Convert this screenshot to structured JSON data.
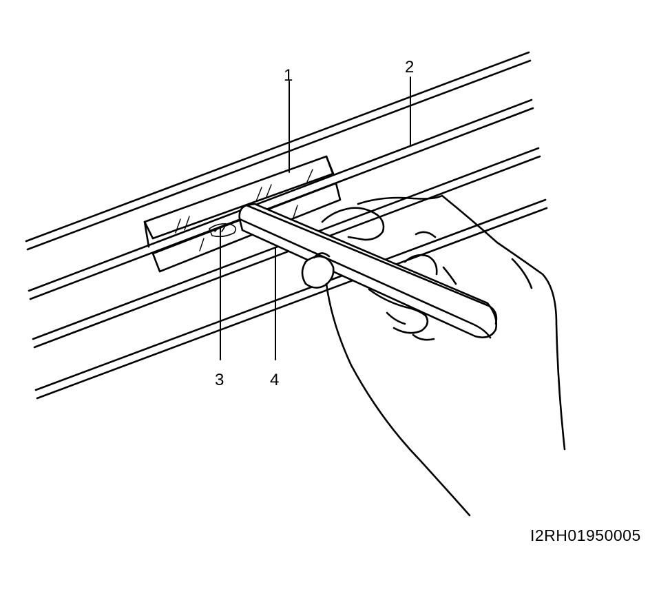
{
  "callouts": [
    "1",
    "2",
    "3",
    "4"
  ],
  "figure_id": "I2RH01950005",
  "colors": {
    "line": "#000000",
    "background": "#ffffff"
  }
}
